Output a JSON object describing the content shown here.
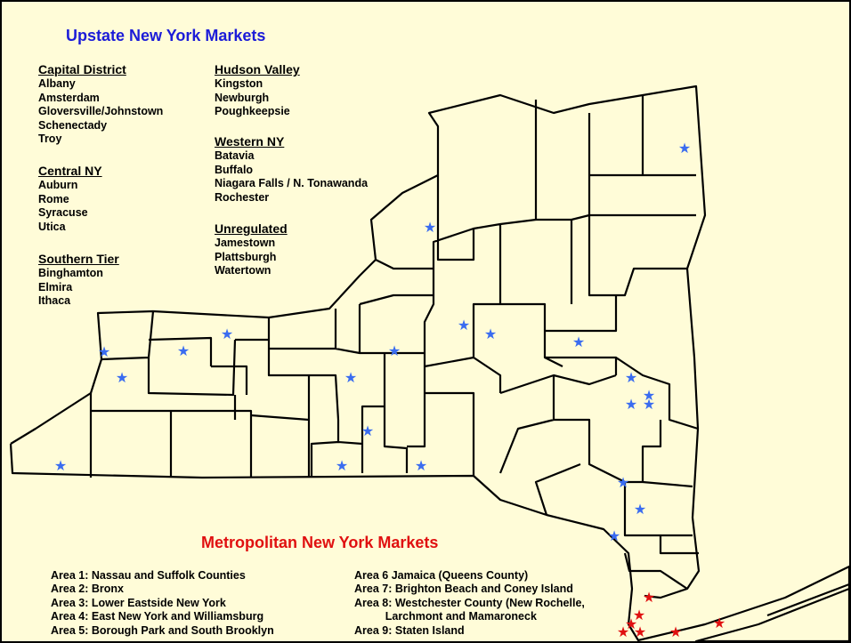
{
  "upstate_title": "Upstate New York Markets",
  "metro_title": "Metropolitan New York Markets",
  "groups": [
    {
      "header": "Capital District",
      "cities": [
        "Albany",
        "Amsterdam",
        "Gloversville/Johnstown",
        "Schenectady",
        "Troy"
      ]
    },
    {
      "header": "Central NY",
      "cities": [
        "Auburn",
        "Rome",
        "Syracuse",
        "Utica"
      ]
    },
    {
      "header": "Southern Tier",
      "cities": [
        "Binghamton",
        "Elmira",
        "Ithaca"
      ]
    },
    {
      "header": "Hudson Valley",
      "cities": [
        "Kingston",
        "Newburgh",
        "Poughkeepsie"
      ]
    },
    {
      "header": "Western NY",
      "cities": [
        "Batavia",
        "Buffalo",
        "Niagara Falls / N. Tonawanda",
        "Rochester"
      ]
    },
    {
      "header": "Unregulated",
      "cities": [
        "Jamestown",
        "Plattsburgh",
        "Watertown"
      ]
    }
  ],
  "areas_left": [
    "Area 1: Nassau and Suffolk Counties",
    "Area 2: Bronx",
    "Area 3: Lower Eastside New York",
    "Area 4: East New York and Williamsburg",
    "Area 5: Borough Park and South Brooklyn"
  ],
  "areas_right": [
    "Area 6 Jamaica  (Queens County)",
    "Area 7: Brighton Beach and Coney Island",
    "Area 8: Westchester County (New Rochelle,",
    "          Larchmont and Mamaroneck",
    "Area 9: Staten Island"
  ],
  "colors": {
    "background": "#fffcd8",
    "upstate_marker": "#3a6cf0",
    "metro_marker": "#e01010",
    "border": "#000000"
  }
}
